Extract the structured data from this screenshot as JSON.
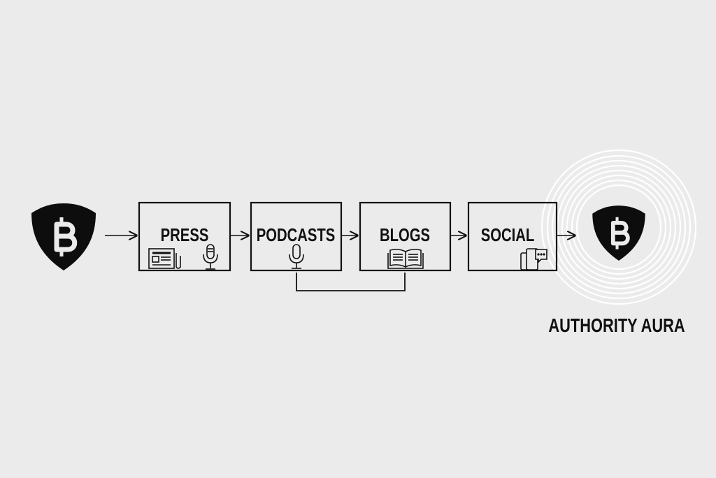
{
  "steps": [
    {
      "label": "PRESS",
      "icons": [
        "newspaper-icon",
        "microphone-icon"
      ]
    },
    {
      "label": "PODCASTS",
      "icons": [
        "microphone-icon"
      ]
    },
    {
      "label": "BLOGS",
      "icons": [
        "open-book-icon"
      ]
    },
    {
      "label": "SOCIAL",
      "icons": [
        "chat-devices-icon"
      ]
    }
  ],
  "start_icon": "bitcoin-shield-icon",
  "end_icon": "bitcoin-shield-icon",
  "result_label": "AUTHORITY AURA",
  "colors": {
    "background": "#ebebeb",
    "ink": "#111111",
    "aura": "#ffffff"
  }
}
